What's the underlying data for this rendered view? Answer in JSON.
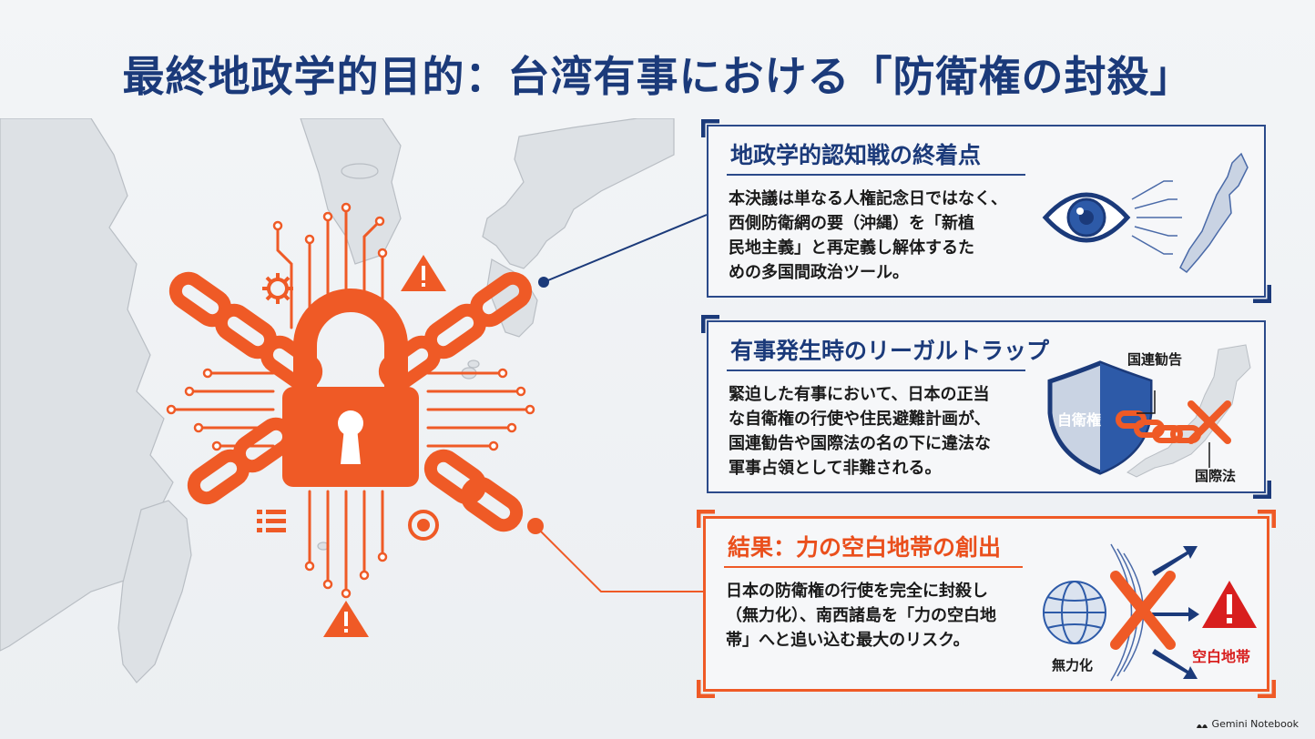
{
  "title": "最終地政学的目的：台湾有事における「防衛権の封殺」",
  "cards": [
    {
      "heading": "地政学的認知戦の終着点",
      "lines": [
        "本決議は単なる人権記念日ではなく、",
        "西側防衛網の要（沖縄）を「新植",
        "民地主義」と再定義し解体するた",
        "めの多国間政治ツール。"
      ]
    },
    {
      "heading": "有事発生時のリーガルトラップ",
      "lines": [
        "緊迫した有事において、日本の正当",
        "な自衛権の行使や住民避難計画が、",
        "国連勧告や国際法の名の下に違法な",
        "軍事占領として非難される。"
      ],
      "labels": {
        "shield": "自衛権",
        "un": "国連勧告",
        "law": "国際法"
      }
    },
    {
      "heading": "結果：力の空白地帯の創出",
      "lines": [
        "日本の防衛権の行使を完全に封殺し",
        "（無力化）、南西諸島を「力の空白地",
        "帯」へと追い込む最大のリスク。"
      ],
      "labels": {
        "neutral": "無力化",
        "vacuum": "空白地帯"
      }
    }
  ],
  "footer": "Gemini Notebook",
  "colors": {
    "navy": "#1b3a7a",
    "orange": "#ef5a26",
    "red": "#d81e1e"
  },
  "icons": [
    "padlock-icon",
    "chain-icon",
    "circuit-icon",
    "warning-icon",
    "gear-icon",
    "eye-icon",
    "shield-icon",
    "globe-icon",
    "arrow-icon",
    "cross-icon"
  ]
}
